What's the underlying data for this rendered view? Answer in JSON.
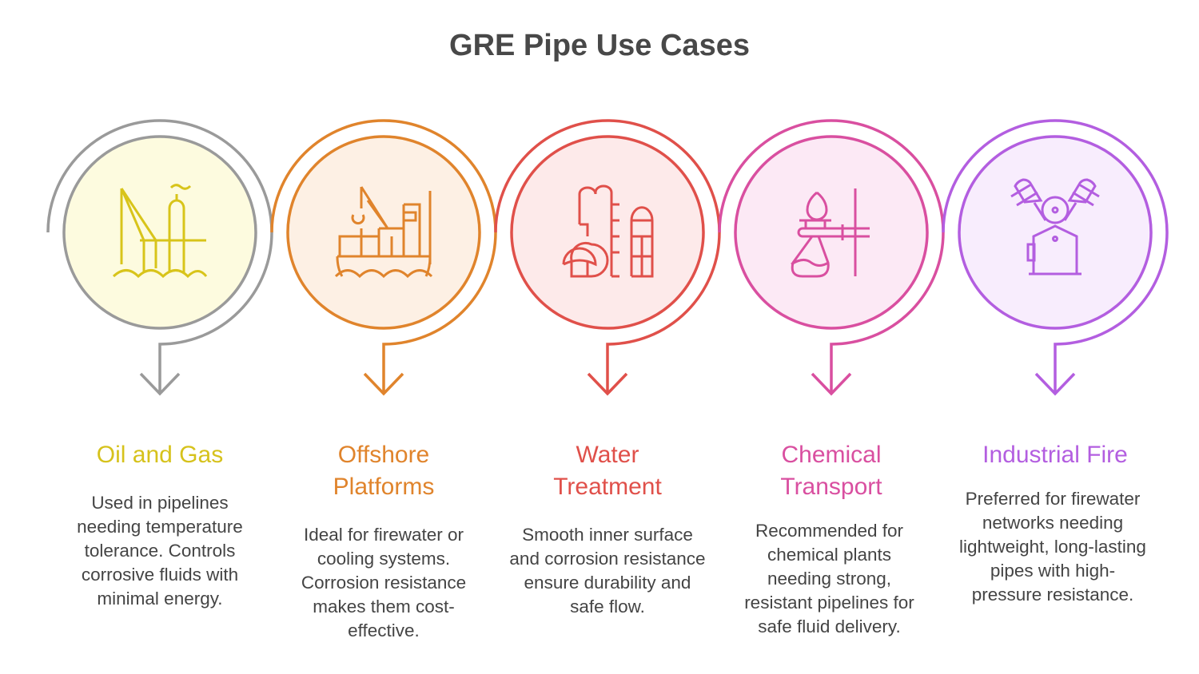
{
  "title": "GRE Pipe Use Cases",
  "items": [
    {
      "title": "Oil and Gas",
      "description": "Used in pipelines needing temperature tolerance. Controls corrosive fluids with minimal energy.",
      "icon": "offshore-rig-icon",
      "ring_color": "#9a9a9a",
      "icon_color": "#d8c41a",
      "fill": "#fdfbdf",
      "title_color": "#d6c21c"
    },
    {
      "title": "Offshore Platforms",
      "description": "Ideal for firewater or cooling systems. Corrosion resistance makes them cost-effective.",
      "icon": "cargo-ship-icon",
      "ring_color": "#e0842c",
      "icon_color": "#e0842c",
      "fill": "#fdf0e4",
      "title_color": "#e0842c"
    },
    {
      "title": "Water Treatment",
      "description": "Smooth inner surface and corrosion resistance ensure durability and safe flow.",
      "icon": "refinery-icon",
      "ring_color": "#e0504a",
      "icon_color": "#e0504a",
      "fill": "#fdeaea",
      "title_color": "#e0504a"
    },
    {
      "title": "Chemical Transport",
      "description": "Recommended for chemical plants needing strong, resistant pipelines for safe fluid delivery.",
      "icon": "bunsen-flask-icon",
      "ring_color": "#d94fa0",
      "icon_color": "#d94fa0",
      "fill": "#fce9f5",
      "title_color": "#d94fa0"
    },
    {
      "title": "Industrial Fire",
      "description": "Preferred for firewater networks needing lightweight, long-lasting pipes with high-pressure resistance.",
      "icon": "engine-icon",
      "ring_color": "#b35ee0",
      "icon_color": "#b35ee0",
      "fill": "#f8edfd",
      "title_color": "#b35ee0"
    }
  ]
}
